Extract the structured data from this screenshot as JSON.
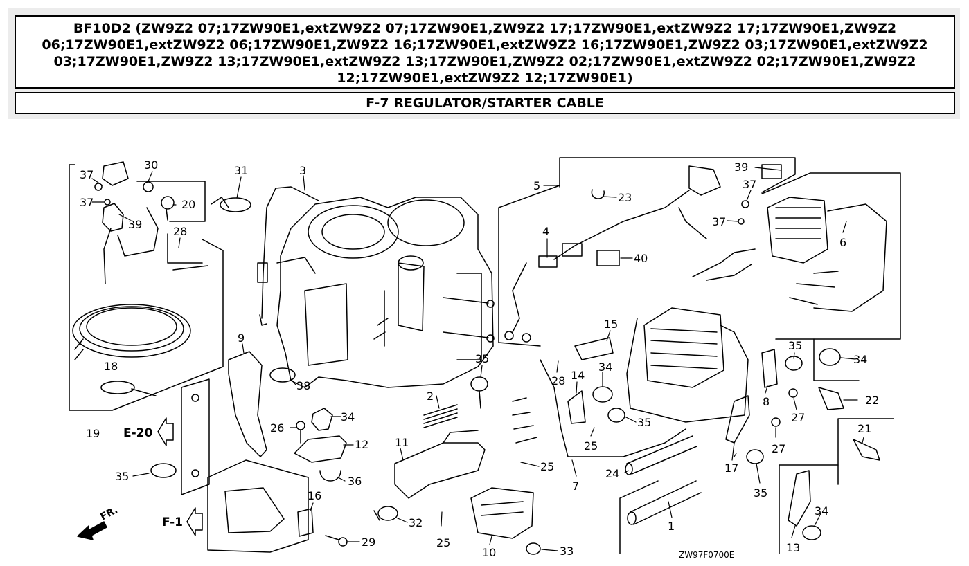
{
  "header": {
    "model_title": "BF10D2 (ZW9Z2 07;17ZW90E1,extZW9Z2 07;17ZW90E1,ZW9Z2 17;17ZW90E1,extZW9Z2 17;17ZW90E1,ZW9Z2 06;17ZW90E1,extZW9Z2 06;17ZW90E1,ZW9Z2 16;17ZW90E1,extZW9Z2 16;17ZW90E1,ZW9Z2 03;17ZW90E1,extZW9Z2 03;17ZW90E1,ZW9Z2 13;17ZW90E1,extZW9Z2 13;17ZW90E1,ZW9Z2 02;17ZW90E1,extZW9Z2 02;17ZW90E1,ZW9Z2 12;17ZW90E1,extZW9Z2 12;17ZW90E1)",
    "section_title": "F-7 REGULATOR/STARTER CABLE"
  },
  "diagram": {
    "refs": {
      "e20": "E-20",
      "f1": "F-1",
      "fr": "FR."
    },
    "drawing_code": "ZW97F0700E",
    "callouts": {
      "c30": "30",
      "c31": "31",
      "c3": "3",
      "c37a": "37",
      "c37b": "37",
      "c20": "20",
      "c39a": "39",
      "c28a": "28",
      "c18": "18",
      "c19": "19",
      "c9": "9",
      "c38": "38",
      "c26": "26",
      "c34a": "34",
      "c12": "12",
      "c36": "36",
      "c35a": "35",
      "c16": "16",
      "c29": "29",
      "c2": "2",
      "c11": "11",
      "c35b": "35",
      "c32": "32",
      "c25a": "25",
      "c25b": "25",
      "c10": "10",
      "c33": "33",
      "c5": "5",
      "c4": "4",
      "c23": "23",
      "c40": "40",
      "c39b": "39",
      "c37c": "37",
      "c37d": "37",
      "c6": "6",
      "c15": "15",
      "c28b": "28",
      "c14": "14",
      "c34b": "34",
      "c35c": "35",
      "c25c": "25",
      "c7": "7",
      "c35d": "35",
      "c34c": "34",
      "c8": "8",
      "c22": "22",
      "c27a": "27",
      "c27b": "27",
      "c21": "21",
      "c17": "17",
      "c35e": "35",
      "c24": "24",
      "c1": "1",
      "c13": "13",
      "c34d": "34"
    }
  }
}
